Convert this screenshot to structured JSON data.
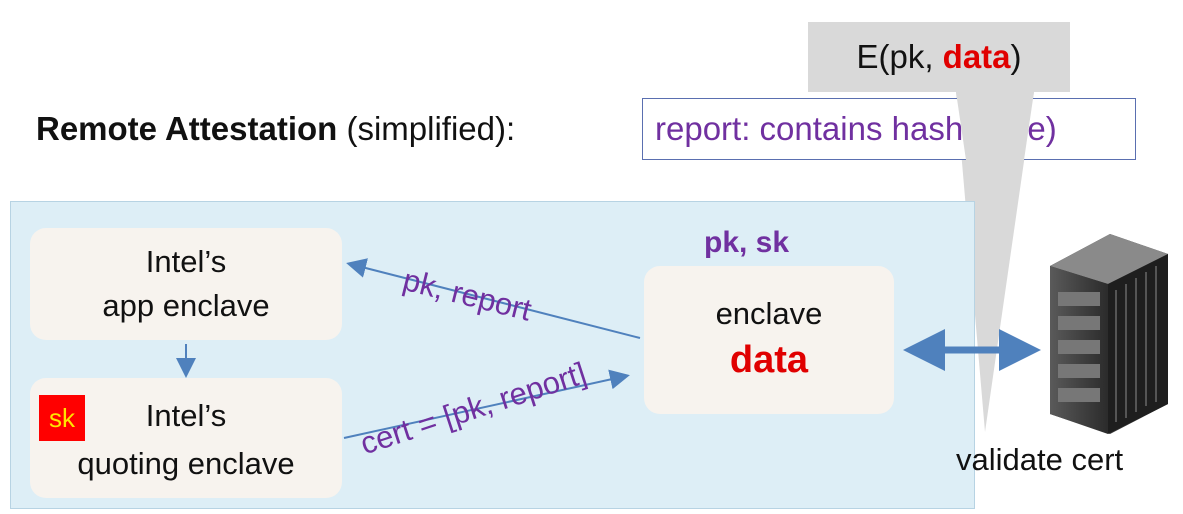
{
  "title": {
    "bold": "Remote Attestation",
    "rest": " (simplified):"
  },
  "callout": {
    "prefix": "E(pk,  ",
    "data_word": "data",
    "suffix": ")"
  },
  "report_box": {
    "text": "report:  contains  hash(code)"
  },
  "nodes": {
    "app_enclave": {
      "line1": "Intel’s",
      "line2": "app  enclave"
    },
    "quoting_enclave": {
      "line1": "Intel’s",
      "line2": "quoting enclave",
      "badge": "sk"
    },
    "user_enclave": {
      "line1": "enclave",
      "line2": "data",
      "keys": "pk,  sk"
    }
  },
  "edges": {
    "pk_report": "pk,  report",
    "cert": "cert = [pk, report]"
  },
  "server": {
    "label": "validate cert"
  },
  "colors": {
    "purple": "#7030a0",
    "red": "#e00000",
    "panel": "#ddeef6",
    "arrow": "#4f81bd"
  }
}
